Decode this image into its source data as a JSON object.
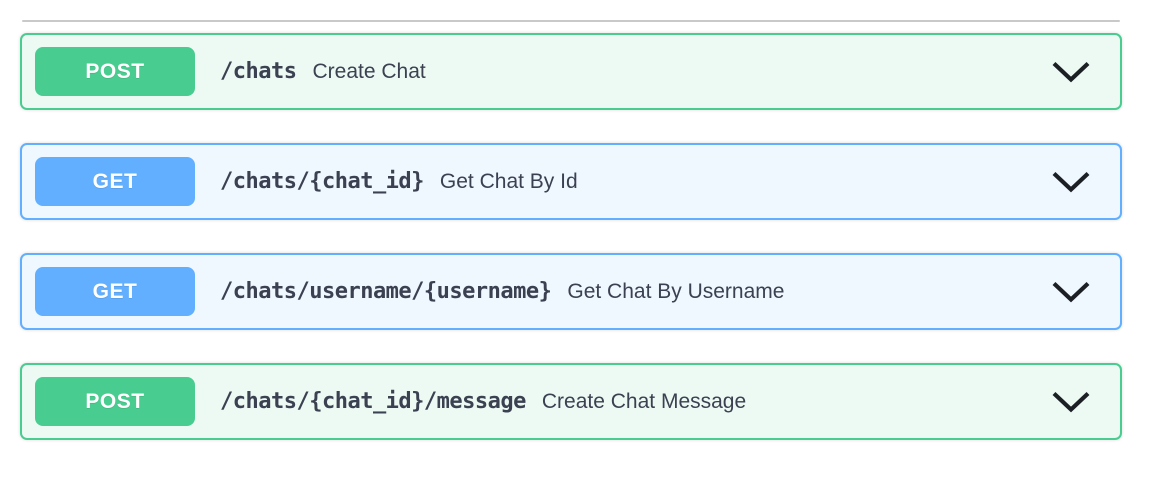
{
  "colors": {
    "post": "#49cc90",
    "get": "#61affe",
    "post_bg": "#edfaf4",
    "get_bg": "#eff7ff",
    "text": "#3b4151",
    "chevron": "#1c2025",
    "divider": "#c9c9c9"
  },
  "icons": {
    "expand": "chevron-down"
  },
  "endpoints": [
    {
      "type": "post",
      "method": "POST",
      "path": "/chats",
      "summary": "Create Chat"
    },
    {
      "type": "get",
      "method": "GET",
      "path": "/chats/{chat_id}",
      "summary": "Get Chat By Id"
    },
    {
      "type": "get",
      "method": "GET",
      "path": "/chats/username/{username}",
      "summary": "Get Chat By Username"
    },
    {
      "type": "post",
      "method": "POST",
      "path": "/chats/{chat_id}/message",
      "summary": "Create Chat Message"
    }
  ]
}
